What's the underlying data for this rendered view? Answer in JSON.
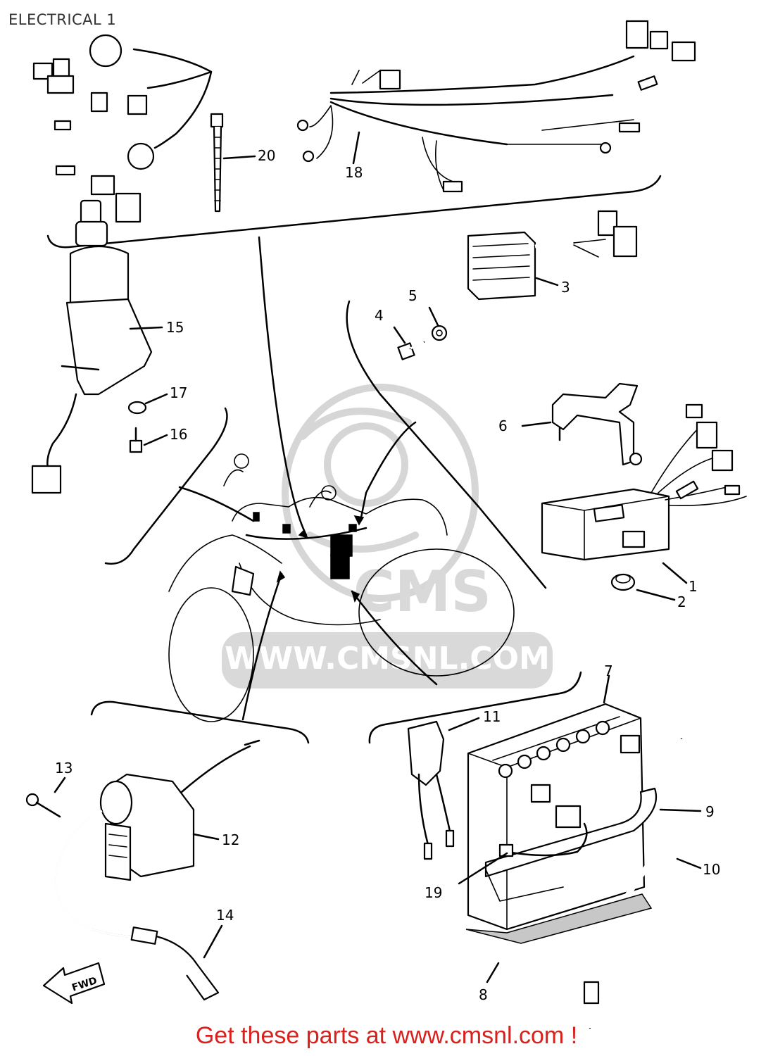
{
  "title": "ELECTRICAL 1",
  "footer": "Get these parts at www.cmsnl.com !",
  "watermark": {
    "logo_text": "CMS",
    "url_text": "WWW.CMSNL.COM",
    "color": "#d9d9d9"
  },
  "colors": {
    "footer_text": "#d8201c",
    "line": "#000000",
    "background": "#ffffff"
  },
  "callouts": [
    {
      "id": "1",
      "label": "1"
    },
    {
      "id": "2",
      "label": "2"
    },
    {
      "id": "3",
      "label": "3"
    },
    {
      "id": "4",
      "label": "4"
    },
    {
      "id": "5",
      "label": "5"
    },
    {
      "id": "6",
      "label": "6"
    },
    {
      "id": "7",
      "label": "7"
    },
    {
      "id": "8",
      "label": "8"
    },
    {
      "id": "9",
      "label": "9"
    },
    {
      "id": "10",
      "label": "10"
    },
    {
      "id": "11",
      "label": "11"
    },
    {
      "id": "12",
      "label": "12"
    },
    {
      "id": "13",
      "label": "13"
    },
    {
      "id": "14",
      "label": "14"
    },
    {
      "id": "15",
      "label": "15"
    },
    {
      "id": "16",
      "label": "16"
    },
    {
      "id": "17",
      "label": "17"
    },
    {
      "id": "18",
      "label": "18"
    },
    {
      "id": "19",
      "label": "19"
    },
    {
      "id": "20",
      "label": "20"
    }
  ],
  "fwd_label": "FWD"
}
